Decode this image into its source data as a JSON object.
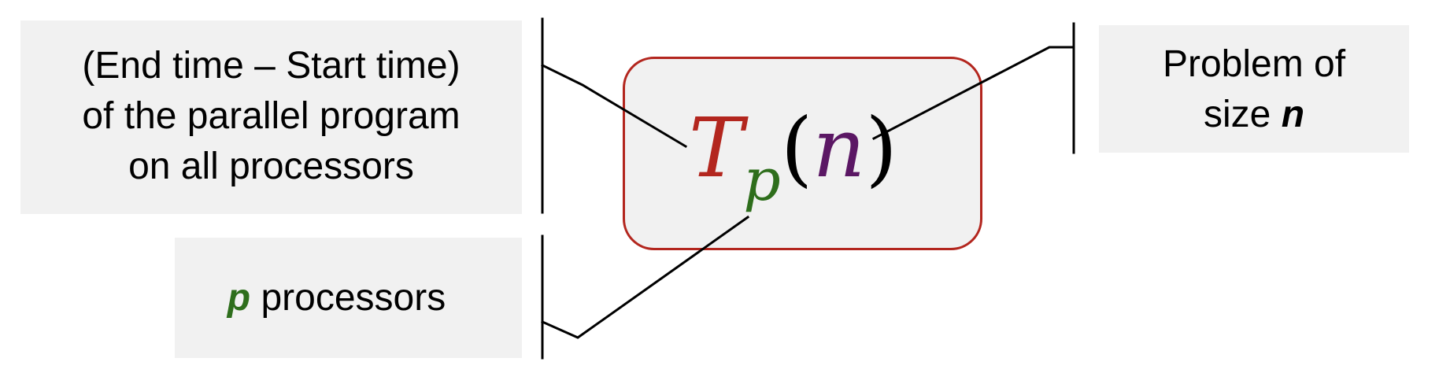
{
  "boxes": {
    "time": {
      "line1": "(End time – Start time)",
      "line2": "of the parallel program",
      "line3": "on all processors"
    },
    "processors": {
      "var": "p",
      "text": " processors"
    },
    "size": {
      "line1": "Problem of",
      "line2_prefix": "size ",
      "line2_var": "n"
    }
  },
  "formula": {
    "symbol": "T",
    "subscript": "p",
    "open_paren": "(",
    "argument": "n",
    "close_paren": ")"
  },
  "colors": {
    "symbol": "#b3261e",
    "subscript": "#2e6e1c",
    "argument": "#5b1764",
    "border": "#b3261e",
    "box_fill": "#f1f1f1"
  }
}
